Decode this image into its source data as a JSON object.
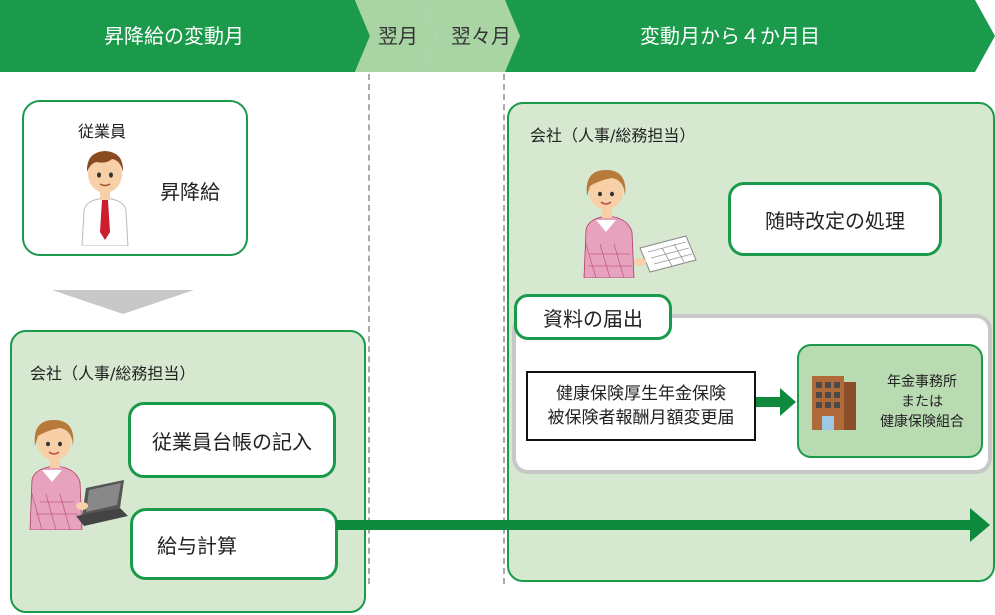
{
  "header": {
    "col1": "昇降給の変動月",
    "col2": "翌月",
    "col3": "翌々月",
    "col4": "変動月から４か月目"
  },
  "employee_box": {
    "title": "従業員",
    "action": "昇降給"
  },
  "company_left": {
    "title": "会社（人事/総務担当）",
    "step1": "従業員台帳の記入",
    "step2": "給与計算"
  },
  "company_right": {
    "title": "会社（人事/総務担当）",
    "process": "随時改定の処理",
    "submit_tab": "資料の届出",
    "form_line1": "健康保険厚生年金保険",
    "form_line2": "被保険者報酬月額変更届",
    "dest_line1": "年金事務所",
    "dest_line2": "または",
    "dest_line3": "健康保険組合"
  },
  "colors": {
    "header_green": "#1a9a4a",
    "header_light": "#a9d4a4",
    "panel_bg": "#d6e9d0",
    "arrow_green": "#0e8a3e"
  }
}
